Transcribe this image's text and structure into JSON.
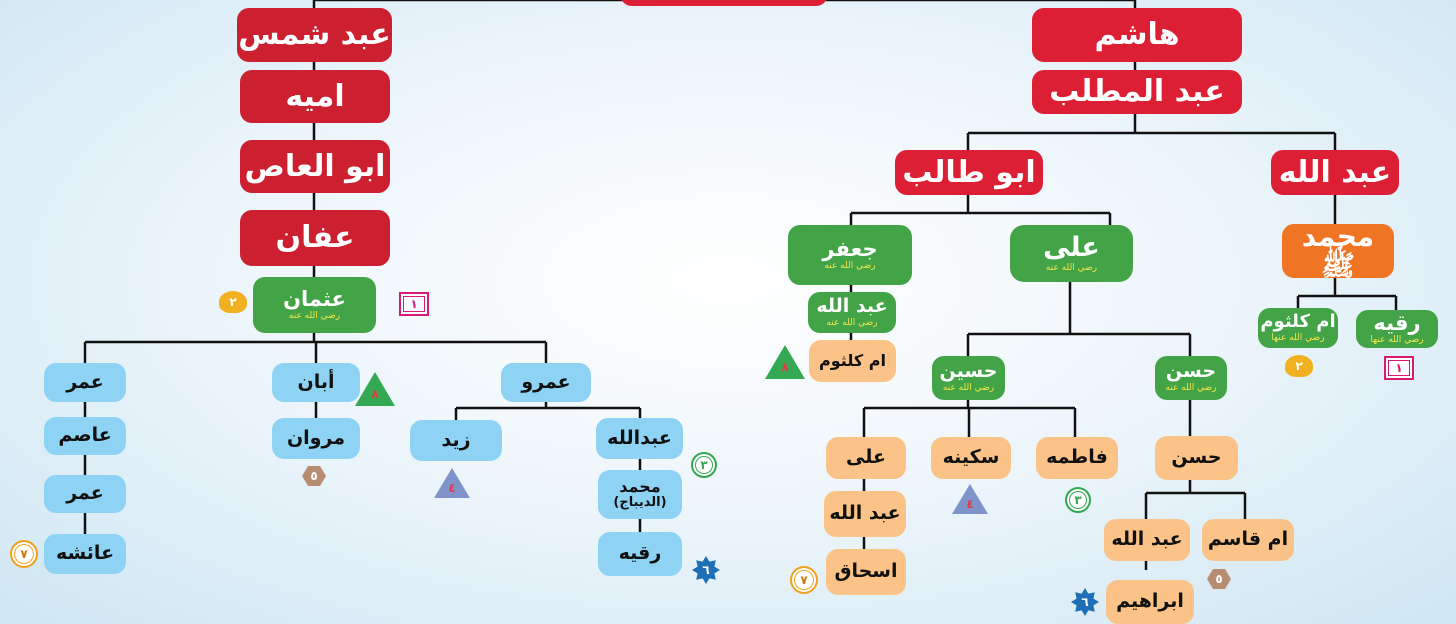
{
  "tree": {
    "hashim": "هاشم",
    "abdul_muttalib": "عبد المطلب",
    "abdullah": "عبد الله",
    "muhammad": "محمد ﷺ",
    "abu_talib": "ابو طالب",
    "ali": "على",
    "jafar": "جعفر",
    "radi_anhu": "رضي الله عنه",
    "radi_anha": "رضي الله عنها",
    "abdullah_jafar": "عبد الله",
    "umm_kulthum_jafar": "ام كلثوم",
    "ruqayya_prophet": "رقيه",
    "umm_kulthum_prophet": "ام كلثوم",
    "hasan": "حسن",
    "husain": "حسين",
    "hasan_jr": "حسن",
    "fatima": "فاطمه",
    "sakina": "سكينه",
    "ali_husain": "على",
    "abdullah_ali": "عبد الله",
    "ishaq": "اسحاق",
    "umm_qasim": "ام قاسم",
    "abdullah_hasan": "عبد الله",
    "ibrahim": "ابراهيم",
    "abd_shams": "عبد شمس",
    "umayya": "اميه",
    "abul_as": "ابو العاص",
    "affan": "عفان",
    "uthman": "عثمان",
    "umar": "عمر",
    "asim": "عاصم",
    "umar2": "عمر",
    "aisha": "عائشه",
    "aban": "أبان",
    "marwan": "مروان",
    "amr": "عمرو",
    "zaid": "زيد",
    "abdullah_amr": "عبدالله",
    "muhammad_dibaj": "محمد",
    "dibaj": "(الديباج)",
    "ruqayya_amr": "رقيه"
  },
  "badges": {
    "one": "١",
    "two": "٢",
    "three": "٣",
    "four": "٤",
    "five": "٥",
    "six": "٦",
    "seven": "٧",
    "eight": "٨"
  },
  "colors": {
    "red": "#dc1f34",
    "orange": "#ef7423",
    "green": "#43a347",
    "blue": "#8fd3f4",
    "peach": "#fbc387",
    "line": "#111111"
  }
}
